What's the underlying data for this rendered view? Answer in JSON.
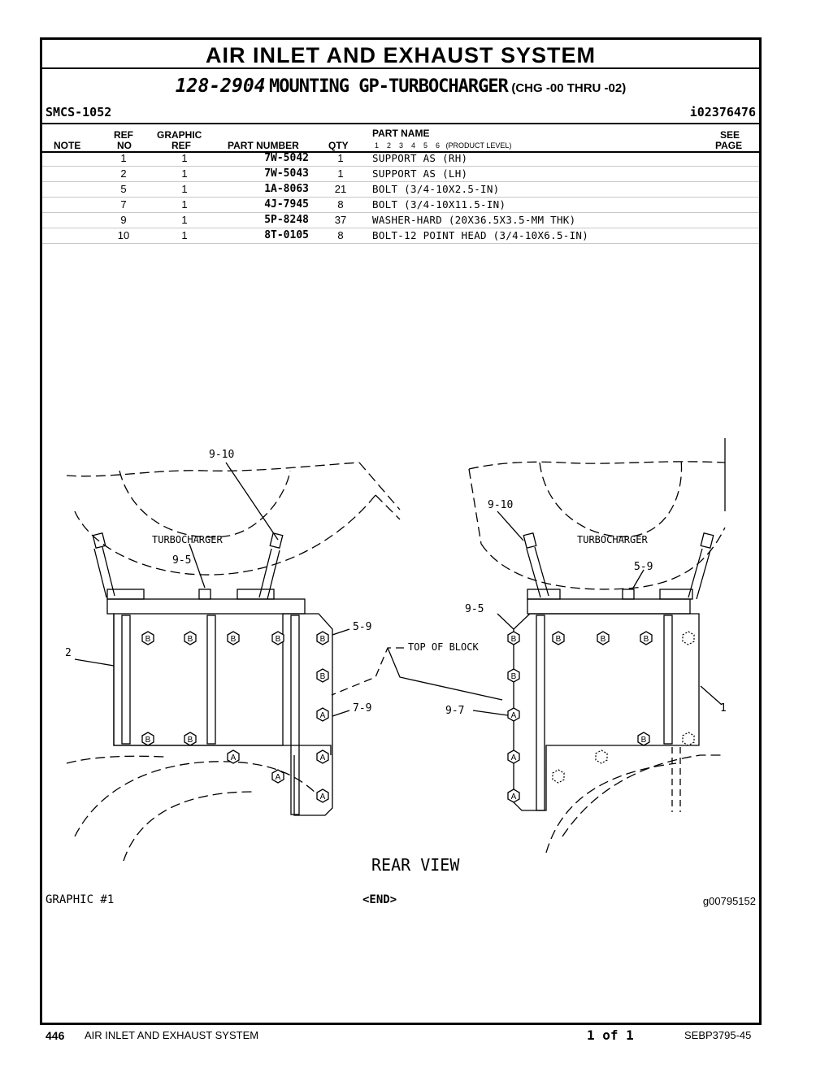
{
  "page": {
    "section_title": "AIR INLET AND EXHAUST SYSTEM",
    "group_number": "128-2904",
    "group_name": "MOUNTING GP-TURBOCHARGER",
    "change_range": "(CHG  -00  THRU  -02)",
    "smcs": "SMCS-1052",
    "info_id": "i02376476"
  },
  "table": {
    "headers": {
      "note": "NOTE",
      "ref_top": "REF",
      "ref_bottom": "NO",
      "graphic_top": "GRAPHIC",
      "graphic_bottom": "REF",
      "part_number": "PART NUMBER",
      "qty": "QTY",
      "part_name": "PART NAME",
      "product_level": "1    2    3    4    5    6   (PRODUCT LEVEL)",
      "see_top": "SEE",
      "see_bottom": "PAGE"
    },
    "rows": [
      {
        "ref": "1",
        "graphic": "1",
        "part_number": "7W-5042",
        "qty": "1",
        "name": "SUPPORT AS (RH)"
      },
      {
        "ref": "2",
        "graphic": "1",
        "part_number": "7W-5043",
        "qty": "1",
        "name": "SUPPORT AS (LH)"
      },
      {
        "ref": "5",
        "graphic": "1",
        "part_number": "1A-8063",
        "qty": "21",
        "name": "BOLT (3/4-10X2.5-IN)"
      },
      {
        "ref": "7",
        "graphic": "1",
        "part_number": "4J-7945",
        "qty": "8",
        "name": "BOLT (3/4-10X11.5-IN)"
      },
      {
        "ref": "9",
        "graphic": "1",
        "part_number": "5P-8248",
        "qty": "37",
        "name": "WASHER-HARD (20X36.5X3.5-MM THK)"
      },
      {
        "ref": "10",
        "graphic": "1",
        "part_number": "8T-0105",
        "qty": "8",
        "name": "BOLT-12 POINT HEAD (3/4-10X6.5-IN)"
      }
    ]
  },
  "graphic": {
    "labels": {
      "left_9_10": "9-10",
      "left_turbo": "TURBOCHARGER",
      "left_9_5": "9-5",
      "left_5_9": "5-9",
      "left_2": "2",
      "left_7_9": "7-9",
      "top_of_block": "TOP OF BLOCK",
      "right_9_10": "9-10",
      "right_turbo": "TURBOCHARGER",
      "right_5_9": "5-9",
      "right_9_5": "9-5",
      "right_9_7": "9-7",
      "right_1": "1",
      "rear_view": "REAR VIEW"
    },
    "caption_left": "GRAPHIC #1",
    "caption_center": "<END>",
    "caption_right": "g00795152"
  },
  "footer": {
    "page_number": "446",
    "section": "AIR INLET AND EXHAUST SYSTEM",
    "page_of": "1 of 1",
    "doc_id": "SEBP3795-45"
  }
}
